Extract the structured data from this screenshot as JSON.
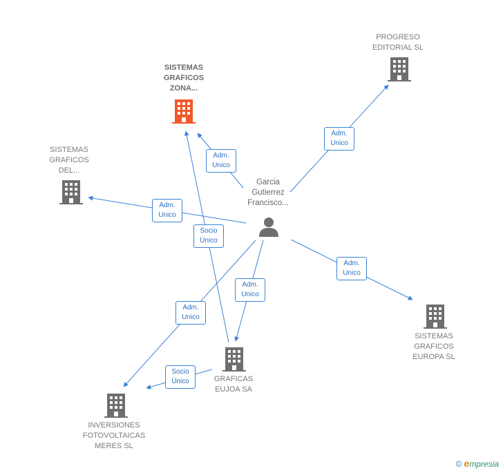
{
  "nodes": {
    "sistemas_zona": {
      "label": "SISTEMAS\nGRAFICOS\nZONA...",
      "color": "#f0592a"
    },
    "progreso": {
      "label": "PROGRESO\nEDITORIAL SL",
      "color": "#6e6e6e"
    },
    "sistemas_del": {
      "label": "SISTEMAS\nGRAFICOS\nDEL...",
      "color": "#6e6e6e"
    },
    "person": {
      "label": "Garcia\nGutierrez\nFrancisco...",
      "color": "#6e6e6e"
    },
    "sistemas_europa": {
      "label": "SISTEMAS\nGRAFICOS\nEUROPA SL",
      "color": "#6e6e6e"
    },
    "graficas_eujoa": {
      "label": "GRAFICAS\nEUJOA SA",
      "color": "#6e6e6e"
    },
    "inversiones": {
      "label": "INVERSIONES\nFOTOVOLTAICAS\nMERES SL",
      "color": "#6e6e6e"
    }
  },
  "edges": [
    {
      "id": "person-zona",
      "label": "Adm.\nUnico"
    },
    {
      "id": "person-progreso",
      "label": "Adm.\nUnico"
    },
    {
      "id": "person-del",
      "label": "Adm.\nUnico"
    },
    {
      "id": "person-europa",
      "label": "Adm.\nUnico"
    },
    {
      "id": "person-eujoa",
      "label": "Adm.\nUnico"
    },
    {
      "id": "person-inversiones",
      "label": "Adm.\nUnico"
    },
    {
      "id": "eujoa-zona",
      "label": "Socio\nÚnico"
    },
    {
      "id": "eujoa-inversiones",
      "label": "Socio\nÚnico"
    }
  ],
  "edge_color": "#3b82d6",
  "brand": {
    "copyright": "©",
    "initial": "e",
    "name": "mpresia"
  }
}
